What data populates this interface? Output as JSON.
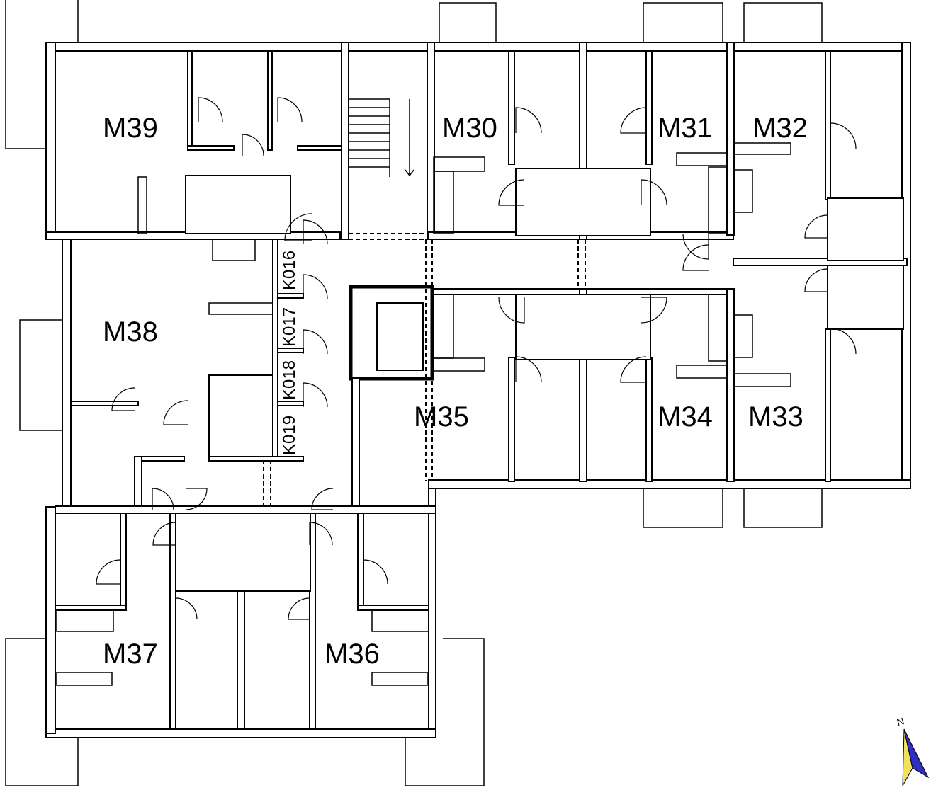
{
  "plan": {
    "rooms": {
      "M39": "M39",
      "M30": "M30",
      "M31": "M31",
      "M32": "M32",
      "M38": "M38",
      "M35": "M35",
      "M34": "M34",
      "M33": "M33",
      "M37": "M37",
      "M36": "M36"
    },
    "storage": {
      "K016": "K016",
      "K017": "K017",
      "K018": "K018",
      "K019": "K019"
    },
    "north_arrow": {
      "label": "N",
      "colors": {
        "light": "#f0e060",
        "dark": "#3030c0"
      }
    }
  }
}
